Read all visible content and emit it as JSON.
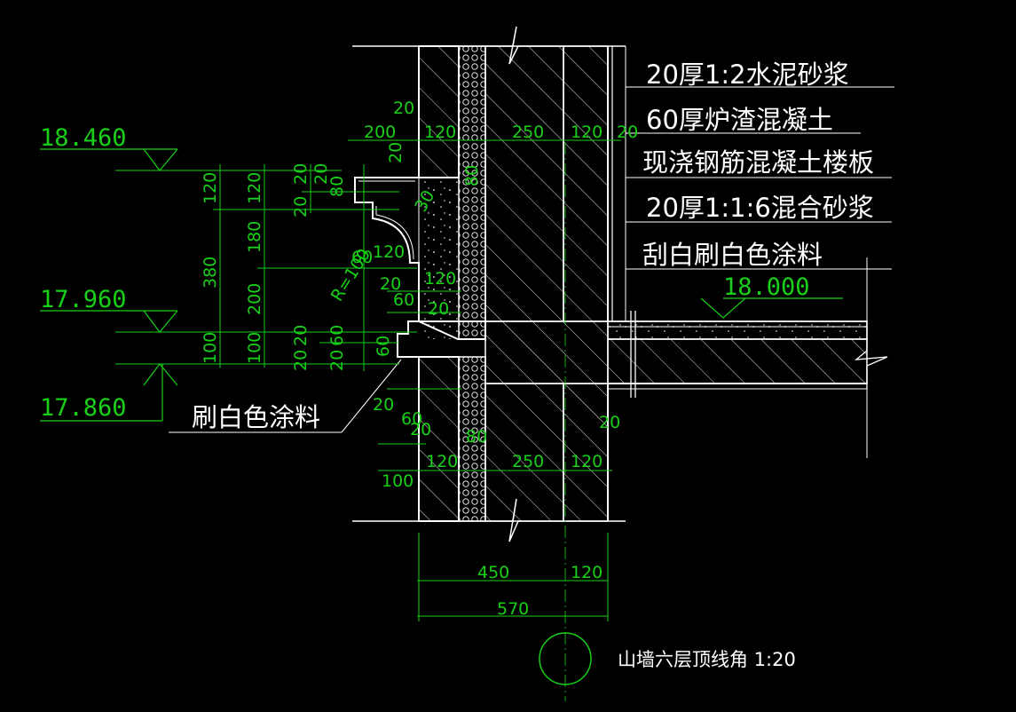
{
  "layer_notes": [
    "20厚1:2水泥砂浆",
    "60厚炉渣混凝土",
    "现浇钢筋混凝土楼板",
    "20厚1:1:6混合砂浆",
    "刮白刷白色涂料"
  ],
  "elevations": {
    "e1": "18.460",
    "e2": "17.960",
    "e3": "17.860",
    "floor": "18.000"
  },
  "paint_note": "刷白色涂料",
  "title": "山墙六层顶线角 1:20",
  "radius_label": "R=100",
  "dims": {
    "top_20": "20",
    "d200": "200",
    "d120a": "120",
    "d250": "250",
    "d120b": "120",
    "d20r": "20",
    "d20v": "20",
    "d80v": "80",
    "d30": "30",
    "d60a": "60",
    "d120c": "120",
    "d20b": "20",
    "d120d": "120",
    "d60b": "60",
    "d20c": "20",
    "d60v": "60",
    "d20d": "20",
    "d60c": "60",
    "d20e": "20",
    "d80b": "80",
    "d20f": "20",
    "d100": "100",
    "d120e": "120",
    "d250b": "250",
    "d120f": "120",
    "d450": "450",
    "d120g": "120",
    "d570": "570",
    "c120": "120",
    "c380": "380",
    "c100": "100",
    "c120b": "120",
    "c180": "180",
    "c200": "200",
    "c100b": "100",
    "c20a": "20",
    "c20b": "20",
    "c20c": "20",
    "c20d": "20",
    "c20e": "20",
    "c80": "80",
    "c60": "60",
    "c20f": "20"
  }
}
